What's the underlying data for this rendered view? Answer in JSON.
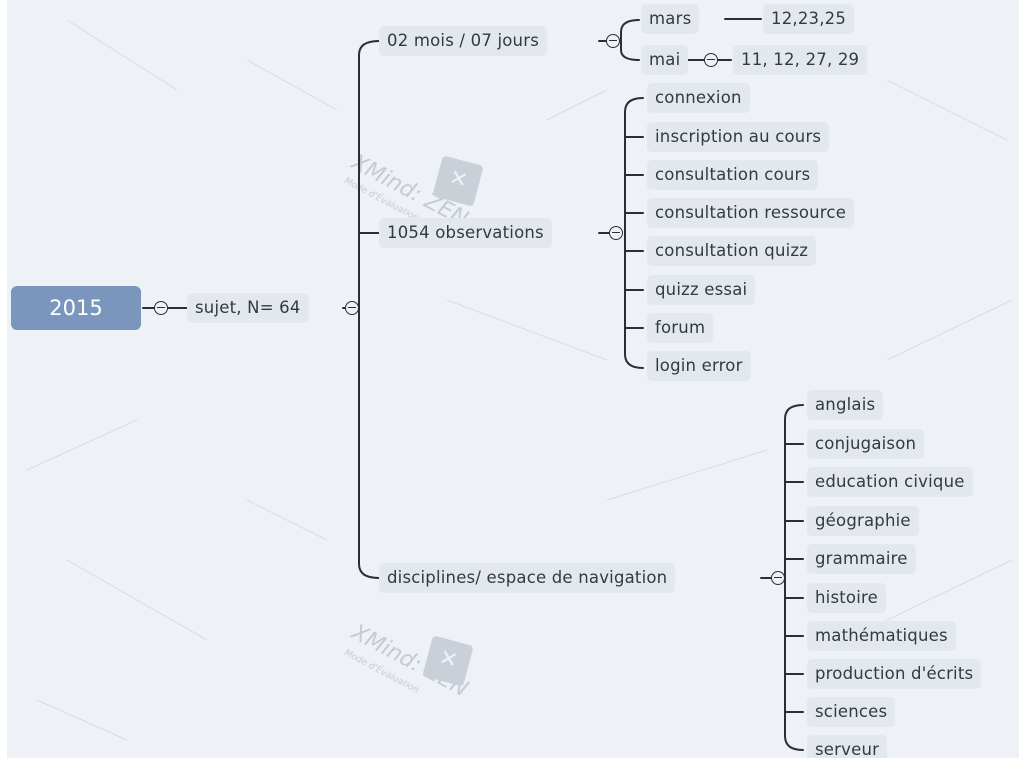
{
  "watermark": {
    "brand": "XMind: ZEN",
    "mode": "Mode d'Évaluation"
  },
  "mindmap": {
    "root": "2015",
    "subject": "sujet, N= 64",
    "period": {
      "label": "02 mois / 07 jours",
      "months": [
        {
          "label": "mars",
          "days": "12,23,25"
        },
        {
          "label": "mai",
          "days": "11, 12, 27, 29"
        }
      ]
    },
    "observations": {
      "label": "1054 observations",
      "items": [
        "connexion",
        "inscription au cours",
        "consultation cours",
        "consultation ressource",
        "consultation quizz",
        "quizz essai",
        "forum",
        "login error"
      ]
    },
    "disciplines": {
      "label": "disciplines/ espace de navigation",
      "items": [
        "anglais",
        "conjugaison",
        "education civique",
        "géographie",
        "grammaire",
        "histoire",
        "mathématiques",
        "production d'écrits",
        "sciences",
        "serveur"
      ]
    }
  }
}
